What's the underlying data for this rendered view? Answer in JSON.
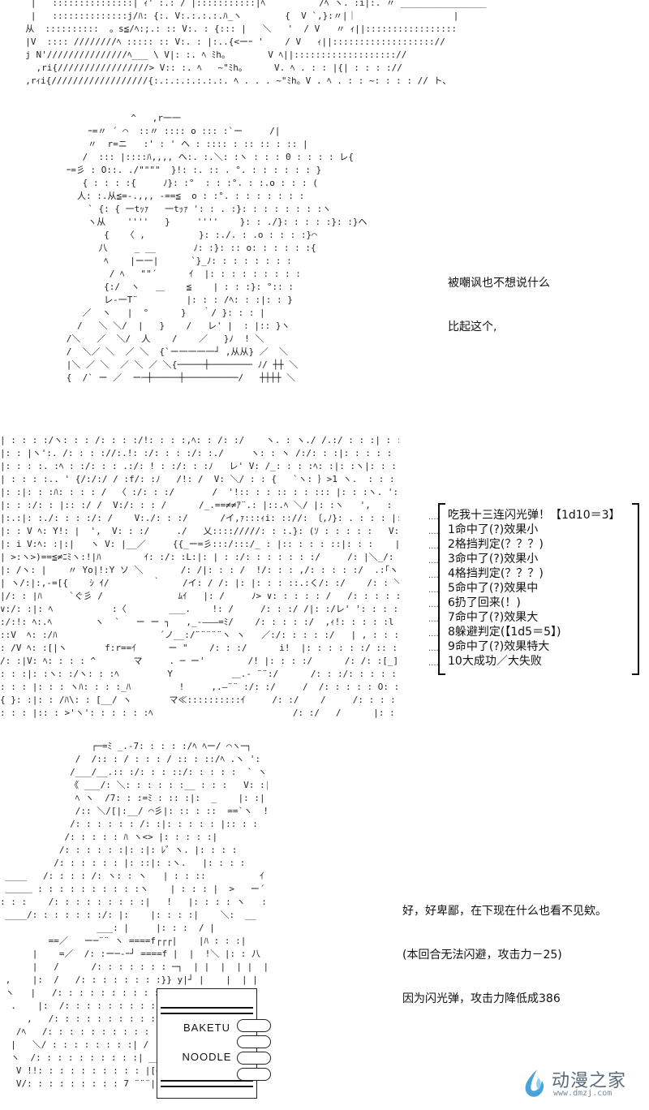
{
  "panel1": {
    "caption_lines": [
      "被嘲讽也不想说什么",
      "比起这个,"
    ]
  },
  "panel2": {
    "list": [
      "吃我十三连闪光弹！【1d10＝3】",
      "1命中了(?)效果小",
      "2格挡判定(？？？)",
      "3命中了(?)效果小",
      "4格挡判定(？？？)",
      "5命中了(?)效果中",
      "6扔了回来(！)",
      "7命中了(?)效果大",
      "8躲避判定(【1d5＝5】)",
      "9命中了(?)效果特大",
      "10大成功／大失败"
    ],
    "row_prefix": "...."
  },
  "panel3": {
    "caption_lines": [
      "好，好卑鄙，在下现在什么也看不见欸。",
      "(本回合无法闪避，攻击力－25)",
      "因为闪光弹，攻击力降低成386"
    ],
    "cup": {
      "line1": "BAKETU",
      "line2": "NOODLE"
    }
  },
  "watermark": {
    "name": "动漫之家",
    "url": "www.dmzj.com"
  },
  "colors": {
    "ink": "#111111",
    "watermark": "#5a6a7a"
  }
}
